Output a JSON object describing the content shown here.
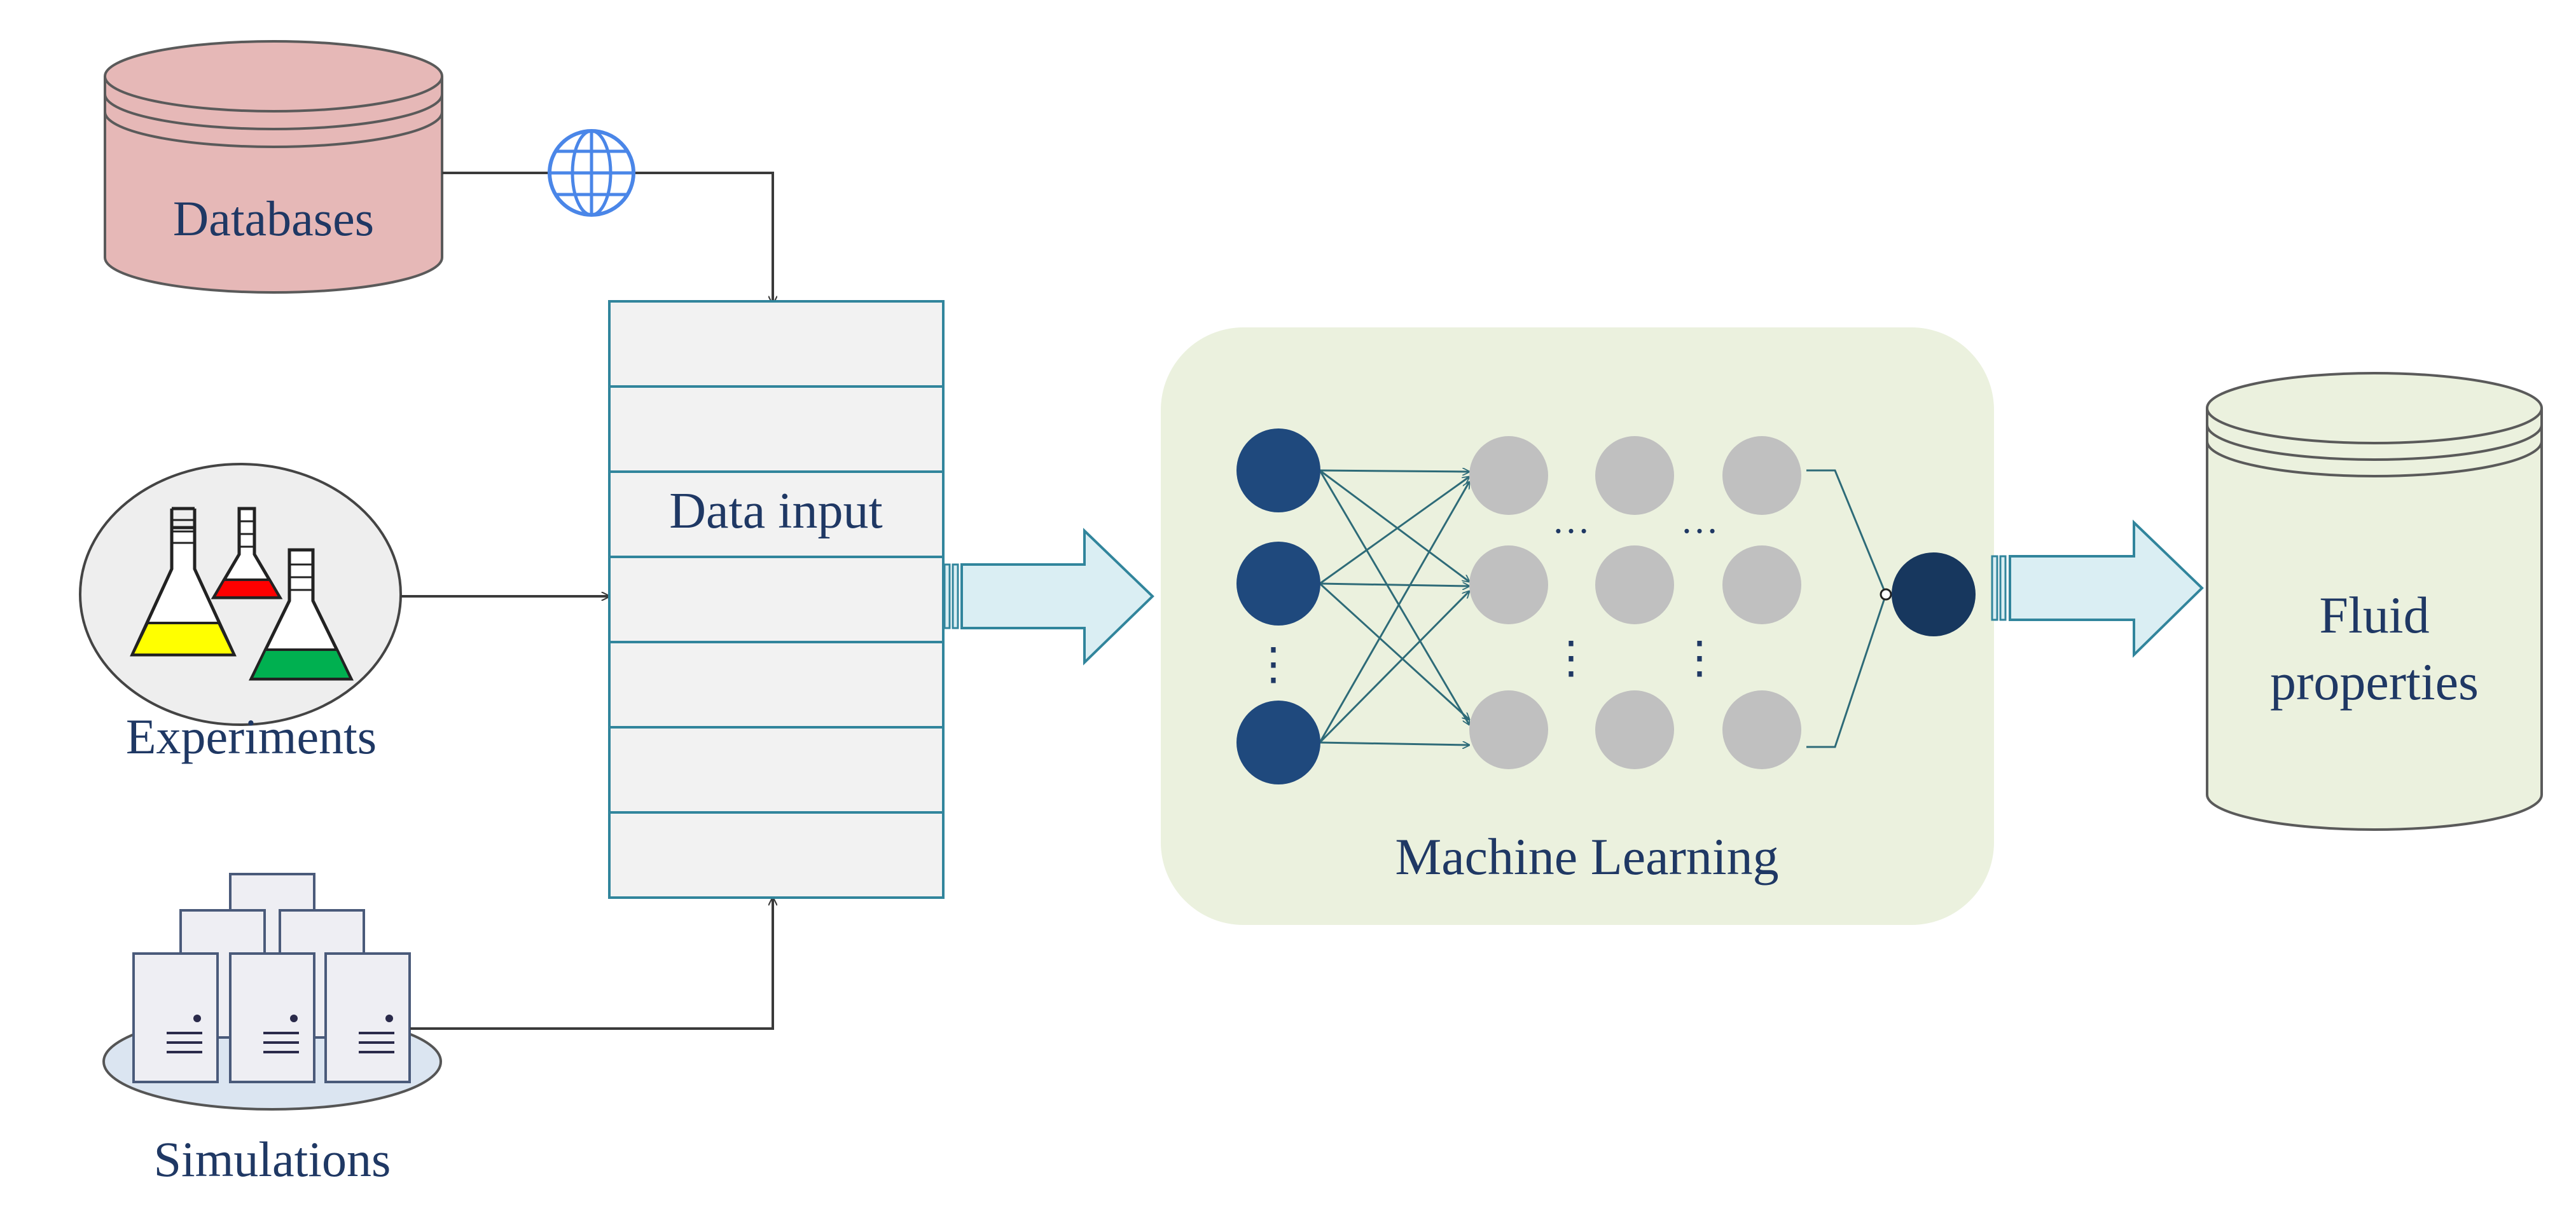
{
  "labels": {
    "databases": "Databases",
    "experiments": "Experiments",
    "simulations": "Simulations",
    "data_input": "Data input",
    "machine_learning": "Machine Learning",
    "fluid_line1": "Fluid",
    "fluid_line2": "properties",
    "ellipsis": "…",
    "vellipsis": "⋮"
  },
  "colors": {
    "database_fill": "#e6b8b7",
    "fluid_fill": "#ebf1de",
    "ml_panel_fill": "#ebf1de",
    "queue_cell_fill": "#f2f2f2",
    "queue_stroke": "#31859c",
    "input_node": "#1f497d",
    "hidden_node": "#c0c0c0",
    "output_node": "#17375e",
    "arrow_fill": "#daeef3",
    "arrow_stroke": "#31859c",
    "flask_yellow": "#ffff00",
    "flask_red": "#ff0000",
    "flask_green": "#00b050",
    "globe": "#4a86e8",
    "server_fill": "#eeeef3"
  },
  "icons": [
    "globe-icon",
    "flask-icon",
    "server-icon",
    "database-icon"
  ],
  "queue": {
    "cells": 7,
    "label_cell": 3
  },
  "network": {
    "input_nodes": 3,
    "hidden_columns": 3,
    "hidden_rows": 3
  }
}
